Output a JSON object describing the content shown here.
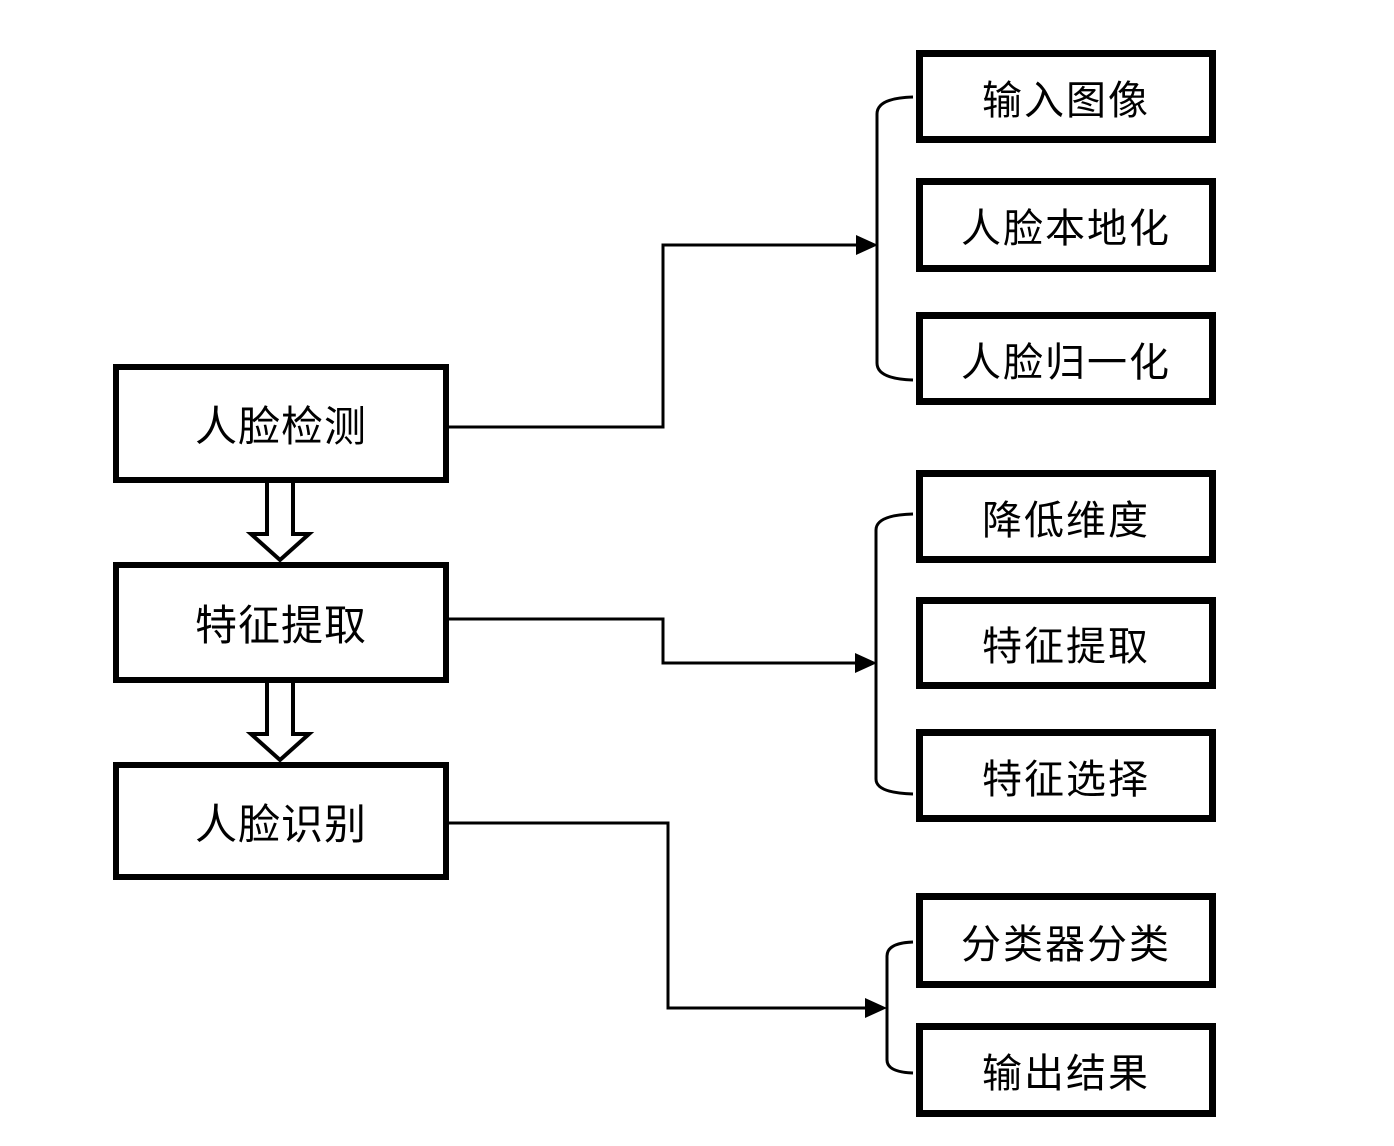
{
  "diagram": {
    "left_boxes": [
      {
        "label": "人脸检测"
      },
      {
        "label": "特征提取"
      },
      {
        "label": "人脸识别"
      }
    ],
    "right_groups": [
      {
        "boxes": [
          {
            "label": "输入图像"
          },
          {
            "label": "人脸本地化"
          },
          {
            "label": "人脸归一化"
          }
        ]
      },
      {
        "boxes": [
          {
            "label": "降低维度"
          },
          {
            "label": "特征提取"
          },
          {
            "label": "特征选择"
          }
        ]
      },
      {
        "boxes": [
          {
            "label": "分类器分类"
          },
          {
            "label": "输出结果"
          }
        ]
      }
    ],
    "colors": {
      "line": "#000000",
      "box_fill": "#ffffff",
      "background": "#ffffff"
    }
  }
}
